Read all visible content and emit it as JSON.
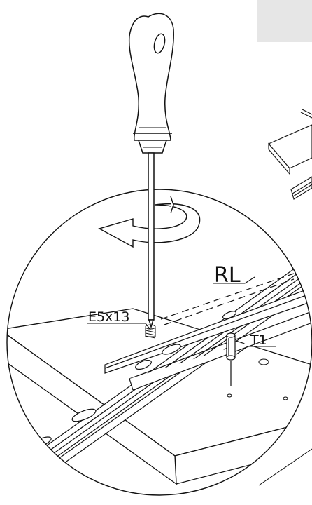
{
  "labels": {
    "rail": "RL",
    "screw": "E5x13",
    "dowel": "T1"
  },
  "colors": {
    "line": "#111111",
    "panel_gray": "#e6e6e6",
    "background": "#ffffff"
  },
  "icons": {
    "screwdriver": "screwdriver-icon",
    "rotation": "clockwise-rotation-arrow-icon"
  }
}
